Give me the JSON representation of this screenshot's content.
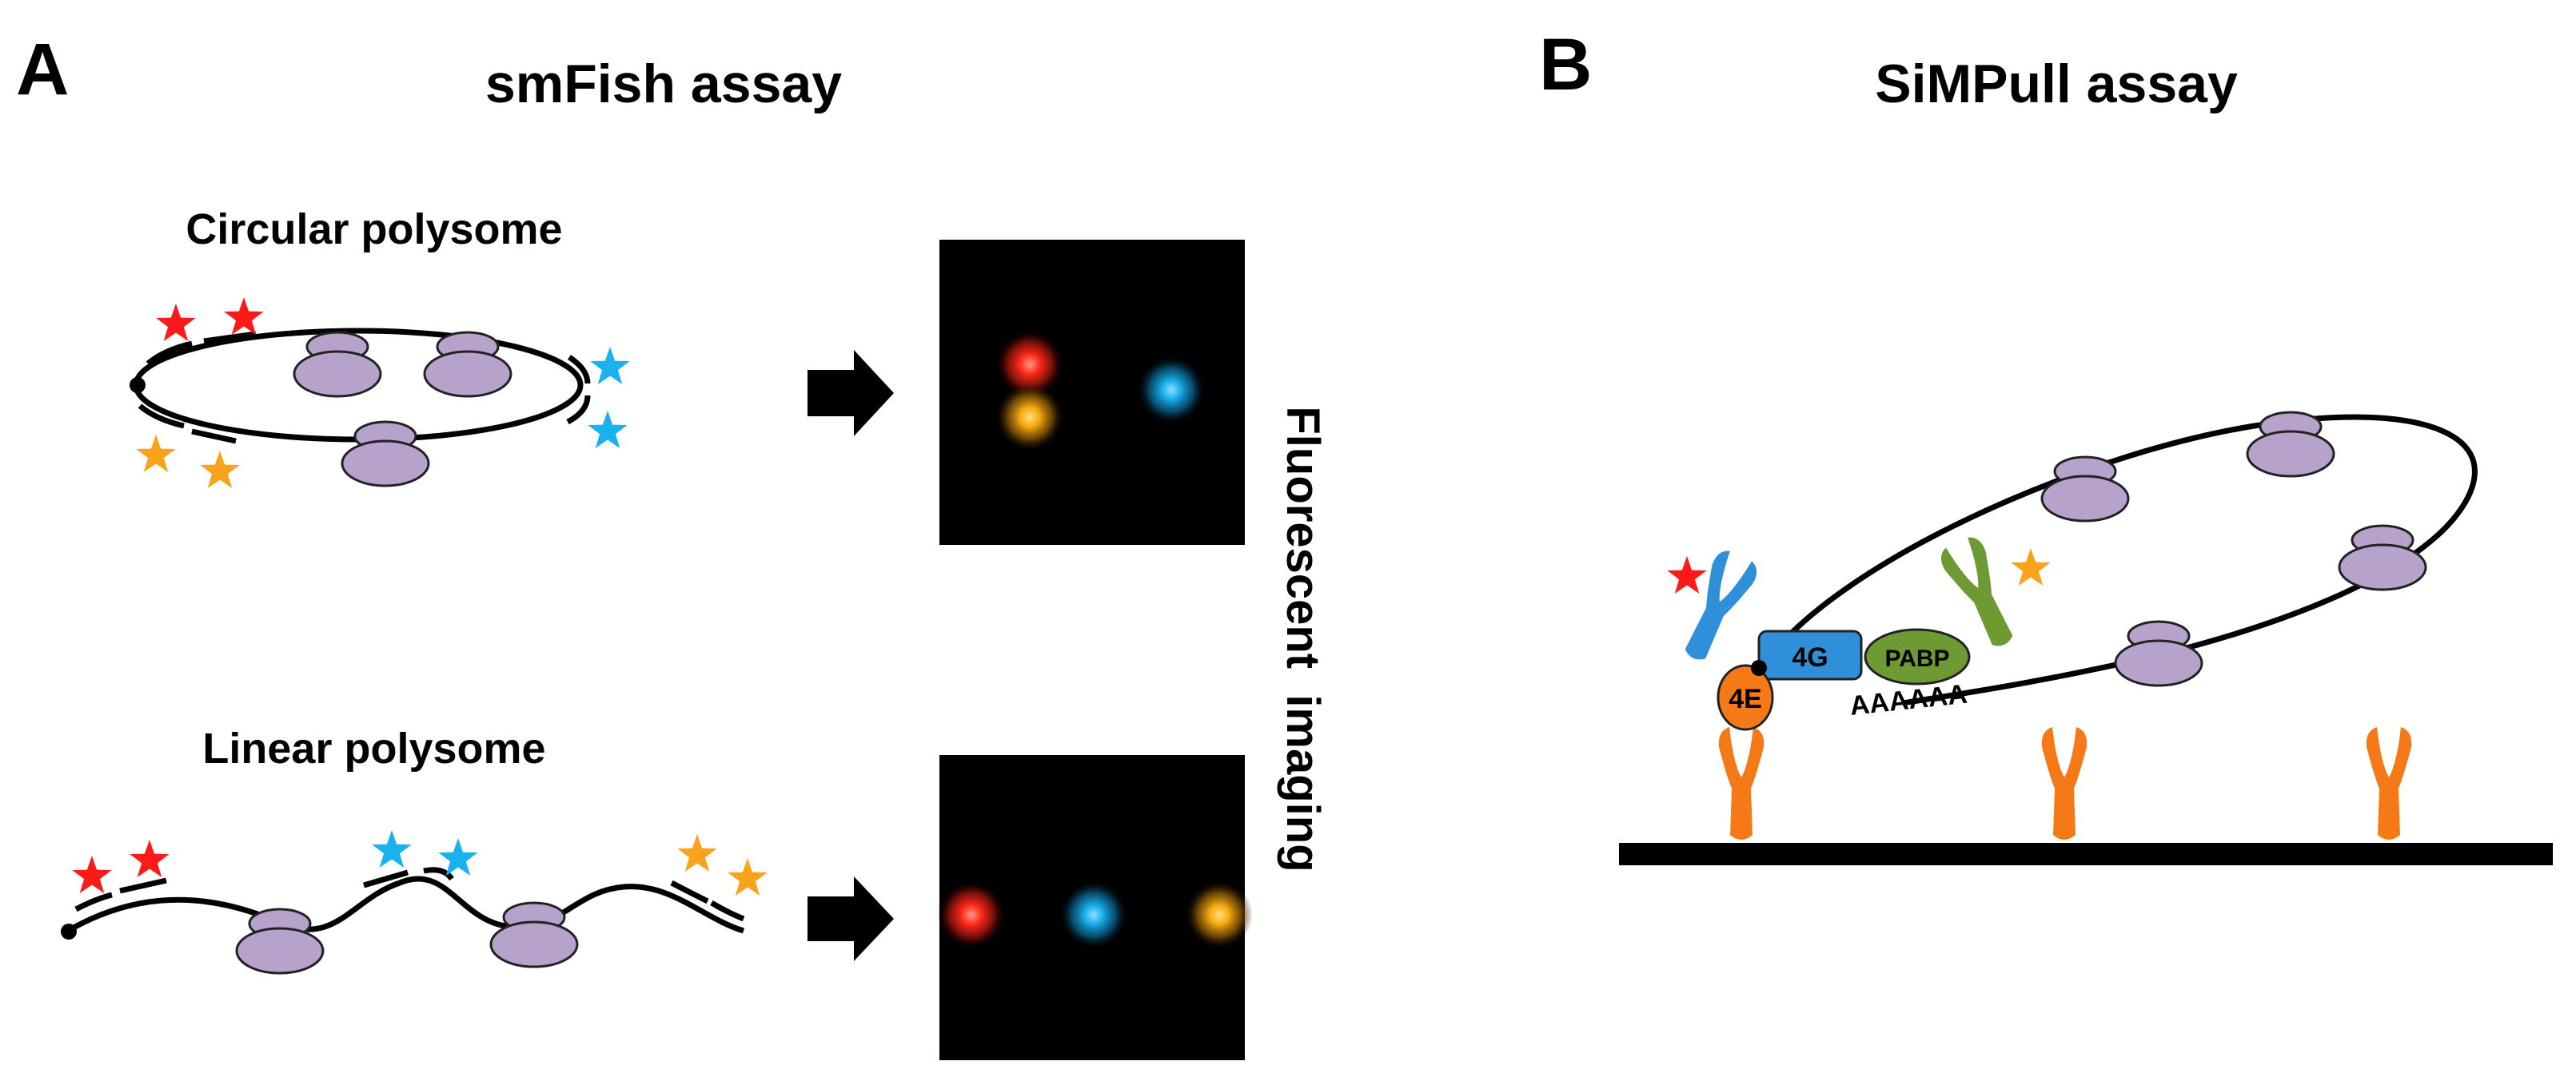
{
  "panel_a": {
    "letter": "A",
    "title": "smFish assay",
    "circular_label": "Circular polysome",
    "linear_label": "Linear polysome",
    "imaging_label": "Fluorescent  imaging"
  },
  "panel_b": {
    "letter": "B",
    "title": "SiMPull assay",
    "factor_4g": "4G",
    "factor_4e": "4E",
    "factor_pabp": "PABP",
    "poly_a": "AAAAAA"
  },
  "colors": {
    "ribosome": "#b7a2cb",
    "probe_red": "#ff1a1a",
    "probe_blue": "#1ab2ee",
    "probe_orange": "#f7a31b",
    "antibody_blue": "#2f8fd8",
    "antibody_green": "#6e9a33",
    "antibody_orange": "#f57a17",
    "spot_red": "#ff2a1a",
    "spot_blue": "#16a9e8",
    "spot_orange": "#f5a70e"
  },
  "icons": [
    "arrow-right-icon",
    "star-icon",
    "ribosome-icon",
    "antibody-icon"
  ]
}
